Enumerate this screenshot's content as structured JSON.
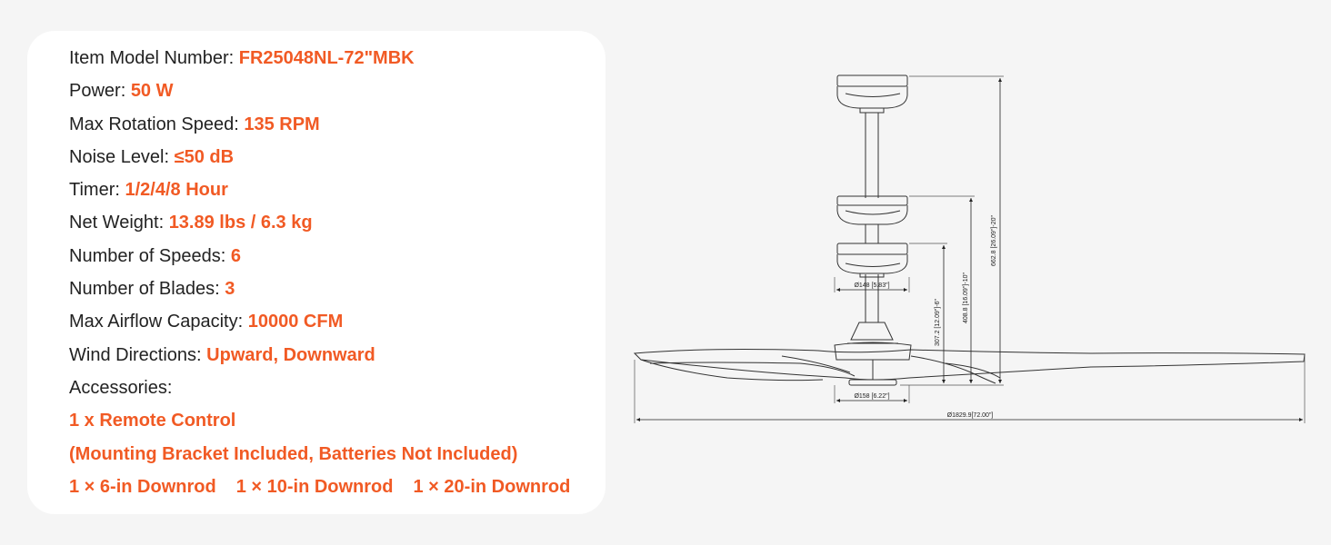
{
  "specs": [
    {
      "label": "Item Model Number: ",
      "value": "FR25048NL-72\"MBK"
    },
    {
      "label": "Power: ",
      "value": "50 W"
    },
    {
      "label": "Max Rotation Speed: ",
      "value": "135 RPM"
    },
    {
      "label": "Noise Level: ",
      "value": "≤50 dB"
    },
    {
      "label": "Timer: ",
      "value": "1/2/4/8 Hour"
    },
    {
      "label": "Net Weight: ",
      "value": "13.89 lbs / 6.3 kg"
    },
    {
      "label": "Number of Speeds: ",
      "value": "6"
    },
    {
      "label": "Number of Blades: ",
      "value": "3"
    },
    {
      "label": "Max Airflow Capacity: ",
      "value": "10000 CFM"
    },
    {
      "label": "Wind Directions: ",
      "value": "Upward, Downward"
    }
  ],
  "accessories": {
    "label": "Accessories:",
    "remote": "1 x Remote Control",
    "remote_note": "(Mounting Bracket Included, Batteries Not Included)",
    "downrods": [
      "1 × 6-in Downrod",
      "1 × 10-in Downrod",
      "1 × 20-in Downrod"
    ]
  },
  "diagram": {
    "canopy_diameter": "Ø148 [5.83\"]",
    "motor_diameter": "Ø158 [6.22\"]",
    "fan_diameter": "Ø1829.9[72.00\"]",
    "height_6in": "307.2 [12.09\"]-6\"",
    "height_10in": "408.8 [16.09\"]-10\"",
    "height_20in": "662.8 [26.09\"]-20\""
  }
}
